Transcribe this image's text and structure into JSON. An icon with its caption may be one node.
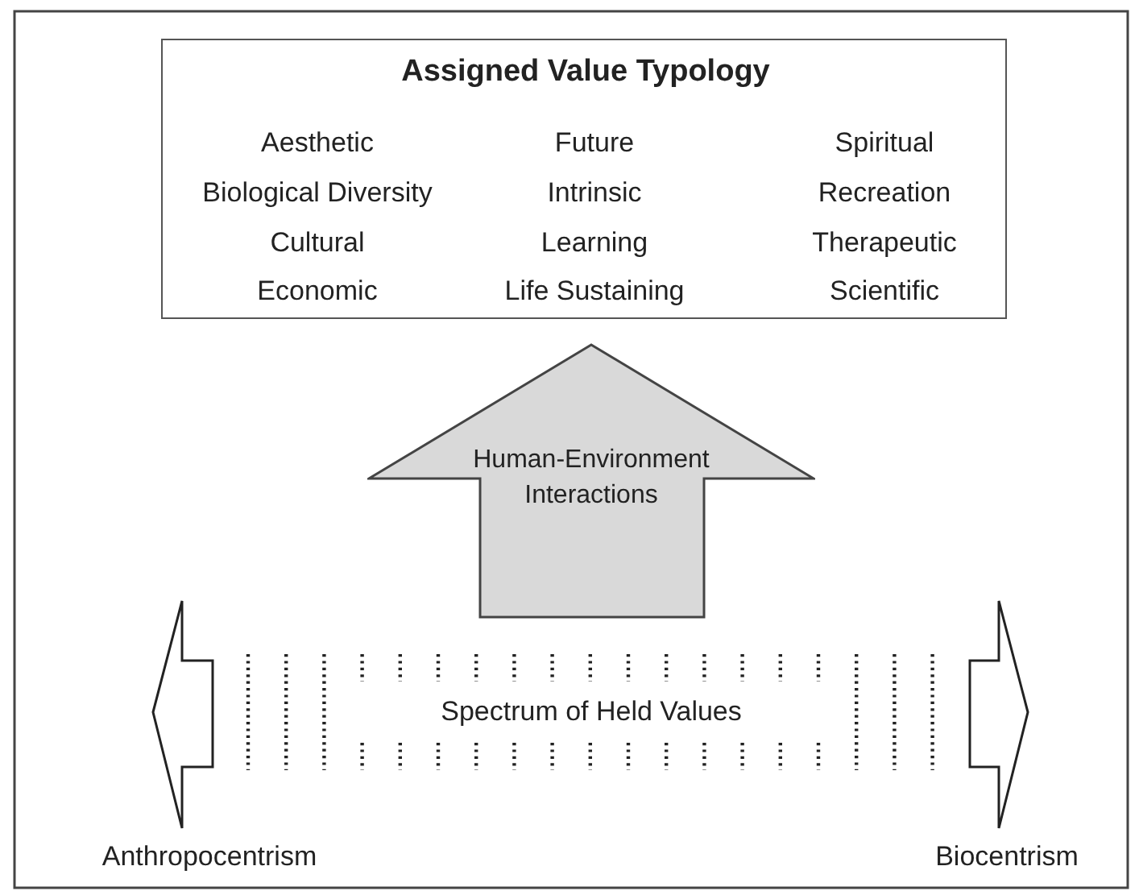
{
  "diagram": {
    "nodes": [
      {
        "text": [
          "Assigned Value Typology",
          "Aesthetic",
          "Future",
          "Spiritual",
          "Biological Diversity",
          "Intrinsic",
          "Recreation",
          "Cultural",
          "Learning",
          "Therapeutic",
          "Economic",
          "Life Sustaining",
          "Scientific"
        ]
      },
      {
        "text": [
          "Human-Environment Interactions"
        ]
      },
      {
        "text": [
          "Spectrum of Held Values"
        ]
      }
    ],
    "edges": [],
    "labels": [
      "Anthropocentrism",
      "Biocentrism"
    ]
  }
}
